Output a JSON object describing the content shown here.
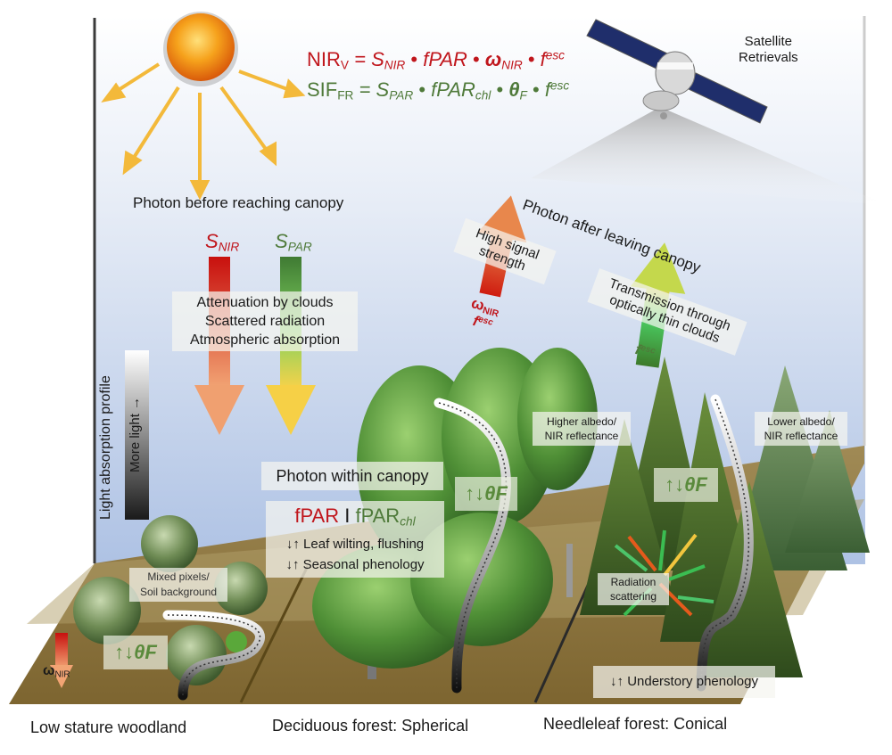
{
  "equations": {
    "nirv": {
      "lhs": "NIR",
      "lhs_sub": "V",
      "s": "S",
      "s_sub": "NIR",
      "fpar": "fPAR",
      "omega": "ω",
      "omega_sub": "NIR",
      "f": "f",
      "f_sup": "esc",
      "eq": "=",
      "dot": "•"
    },
    "sif": {
      "lhs": "SIF",
      "lhs_sub": "FR",
      "s": "S",
      "s_sub": "PAR",
      "fpar": "fPAR",
      "fpar_sub": "chl",
      "theta": "θ",
      "theta_sub": "F",
      "f": "f",
      "f_sup": "esc",
      "eq": "=",
      "dot": "•"
    }
  },
  "satellite": {
    "line1": "Satellite",
    "line2": "Retrievals"
  },
  "sky": {
    "photon_before": "Photon before reaching canopy",
    "photon_after": "Photon after leaving canopy",
    "s_nir": {
      "s": "S",
      "sub": "NIR"
    },
    "s_par": {
      "s": "S",
      "sub": "PAR"
    },
    "attenuation": [
      "Attenuation by clouds",
      "Scattered radiation",
      "Atmospheric absorption"
    ],
    "high_signal": [
      "High signal",
      "strength"
    ],
    "transmission": [
      "Transmission through",
      "optically thin clouds"
    ],
    "omega_label": {
      "sym": "ω",
      "sub": "NIR"
    },
    "fesc_red": {
      "f": "f",
      "sup": "esc"
    },
    "fesc_green": {
      "f": "f",
      "sup": "esc"
    }
  },
  "profile": {
    "title": "Light absorption profile",
    "bar_label": "More light →"
  },
  "canopy": {
    "photon_within": "Photon within canopy",
    "fpar": "fPAR",
    "sep": "I",
    "fpar_chl": "fPAR",
    "fpar_chl_sub": "chl",
    "leaf": "↓↑ Leaf wilting, flushing",
    "seasonal": "↓↑ Seasonal phenology",
    "higher_albedo": [
      "Higher albedo/",
      "NIR reflectance"
    ],
    "lower_albedo": [
      "Lower albedo/",
      "NIR reflectance"
    ],
    "mixed_pixels": [
      "Mixed pixels/",
      "Soil background"
    ],
    "radiation": [
      "Radiation",
      "scattering"
    ],
    "understory": "↓↑ Understory  phenology",
    "theta_arrows": "↑↓",
    "theta_sym": "θF",
    "omega_nir": {
      "sym": "ω",
      "sub": "NIR"
    }
  },
  "captions": {
    "woodland": "Low stature woodland",
    "deciduous": "Deciduous forest: Spherical",
    "needleleaf": "Needleleaf forest: Conical"
  },
  "colors": {
    "red": "#c0161c",
    "green": "#4f7a3a",
    "sky_top": "#ffffff",
    "sky_bottom": "#b9cbe8",
    "ground": "#8a7440"
  }
}
